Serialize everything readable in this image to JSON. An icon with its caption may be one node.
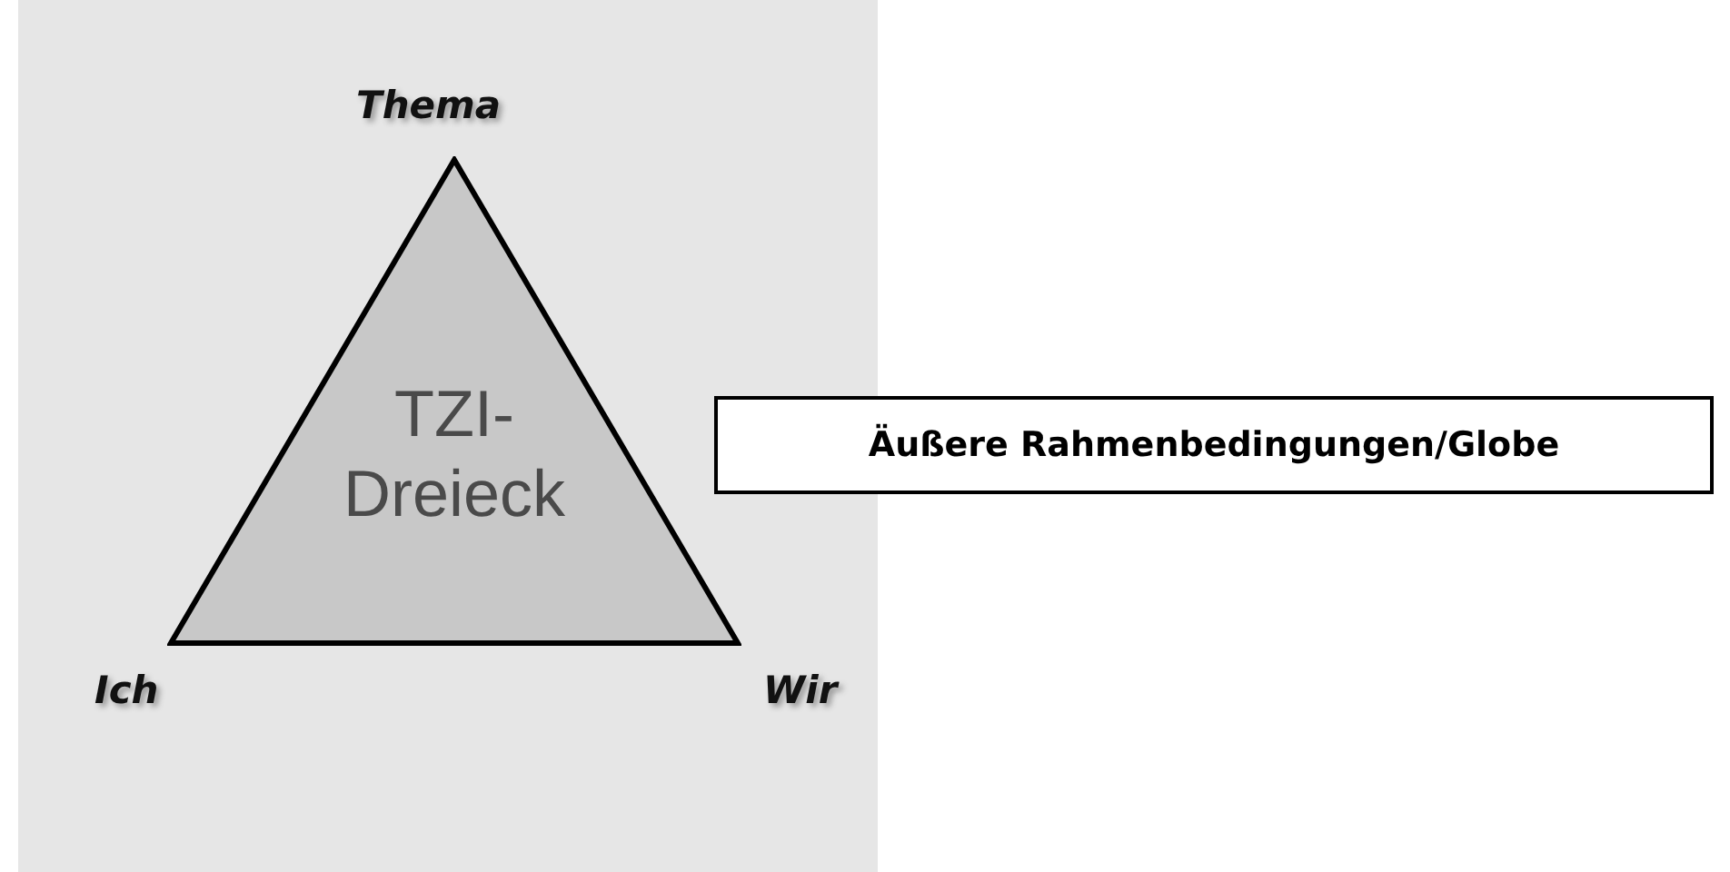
{
  "diagram": {
    "nodes": [
      {
        "text": [],
        "shape": "box"
      },
      {
        "text": [
          "TZI- Dreieck"
        ],
        "in": 0
      },
      {
        "text": [
          "Äußere Rahmenbedingungen/Globe"
        ]
      }
    ],
    "labels": [
      "Thema",
      "Ich",
      "Wir"
    ]
  }
}
